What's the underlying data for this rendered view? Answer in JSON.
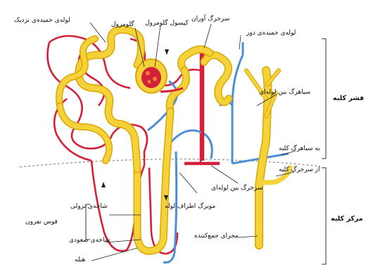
{
  "labels": {
    "proximal_tubule": "لوله‌ی خمیده‌ی نزدیک",
    "glomerulus": "گلومرول",
    "glomerular_capsule": "کپسول گلومرول",
    "afferent_arteriole": "سرخرگ آوران",
    "distal_tubule": "لوله‌ی خمیده‌ی دور",
    "peritubular_vein": "سیاهرگ بین لوله‌ای",
    "cortex": "قشر کلیه",
    "to_renal_vein": "به سیاهرگ کلیه",
    "from_renal_artery": "از سرخرگ کلیه",
    "peritubular_artery": "سرخرگ بین لوله‌ای",
    "peritubular_capillary": "مویرگ اطراف لوله",
    "medulla": "مرکز کلیه",
    "descending_limb": "شاخه‌ی نزولی",
    "loop_of_henle": "قوس نفرون",
    "ascending_limb": "شاخه‌ی صعودی",
    "loop_tip": "هنله",
    "collecting_duct": "مجرای جمع‌کننده"
  },
  "colors": {
    "tubule": "#f6d23a",
    "tubule_edge": "#d9a800",
    "artery": "#d4213a",
    "vein": "#4d8fd6",
    "capillary_mix": "#b56a8a"
  }
}
